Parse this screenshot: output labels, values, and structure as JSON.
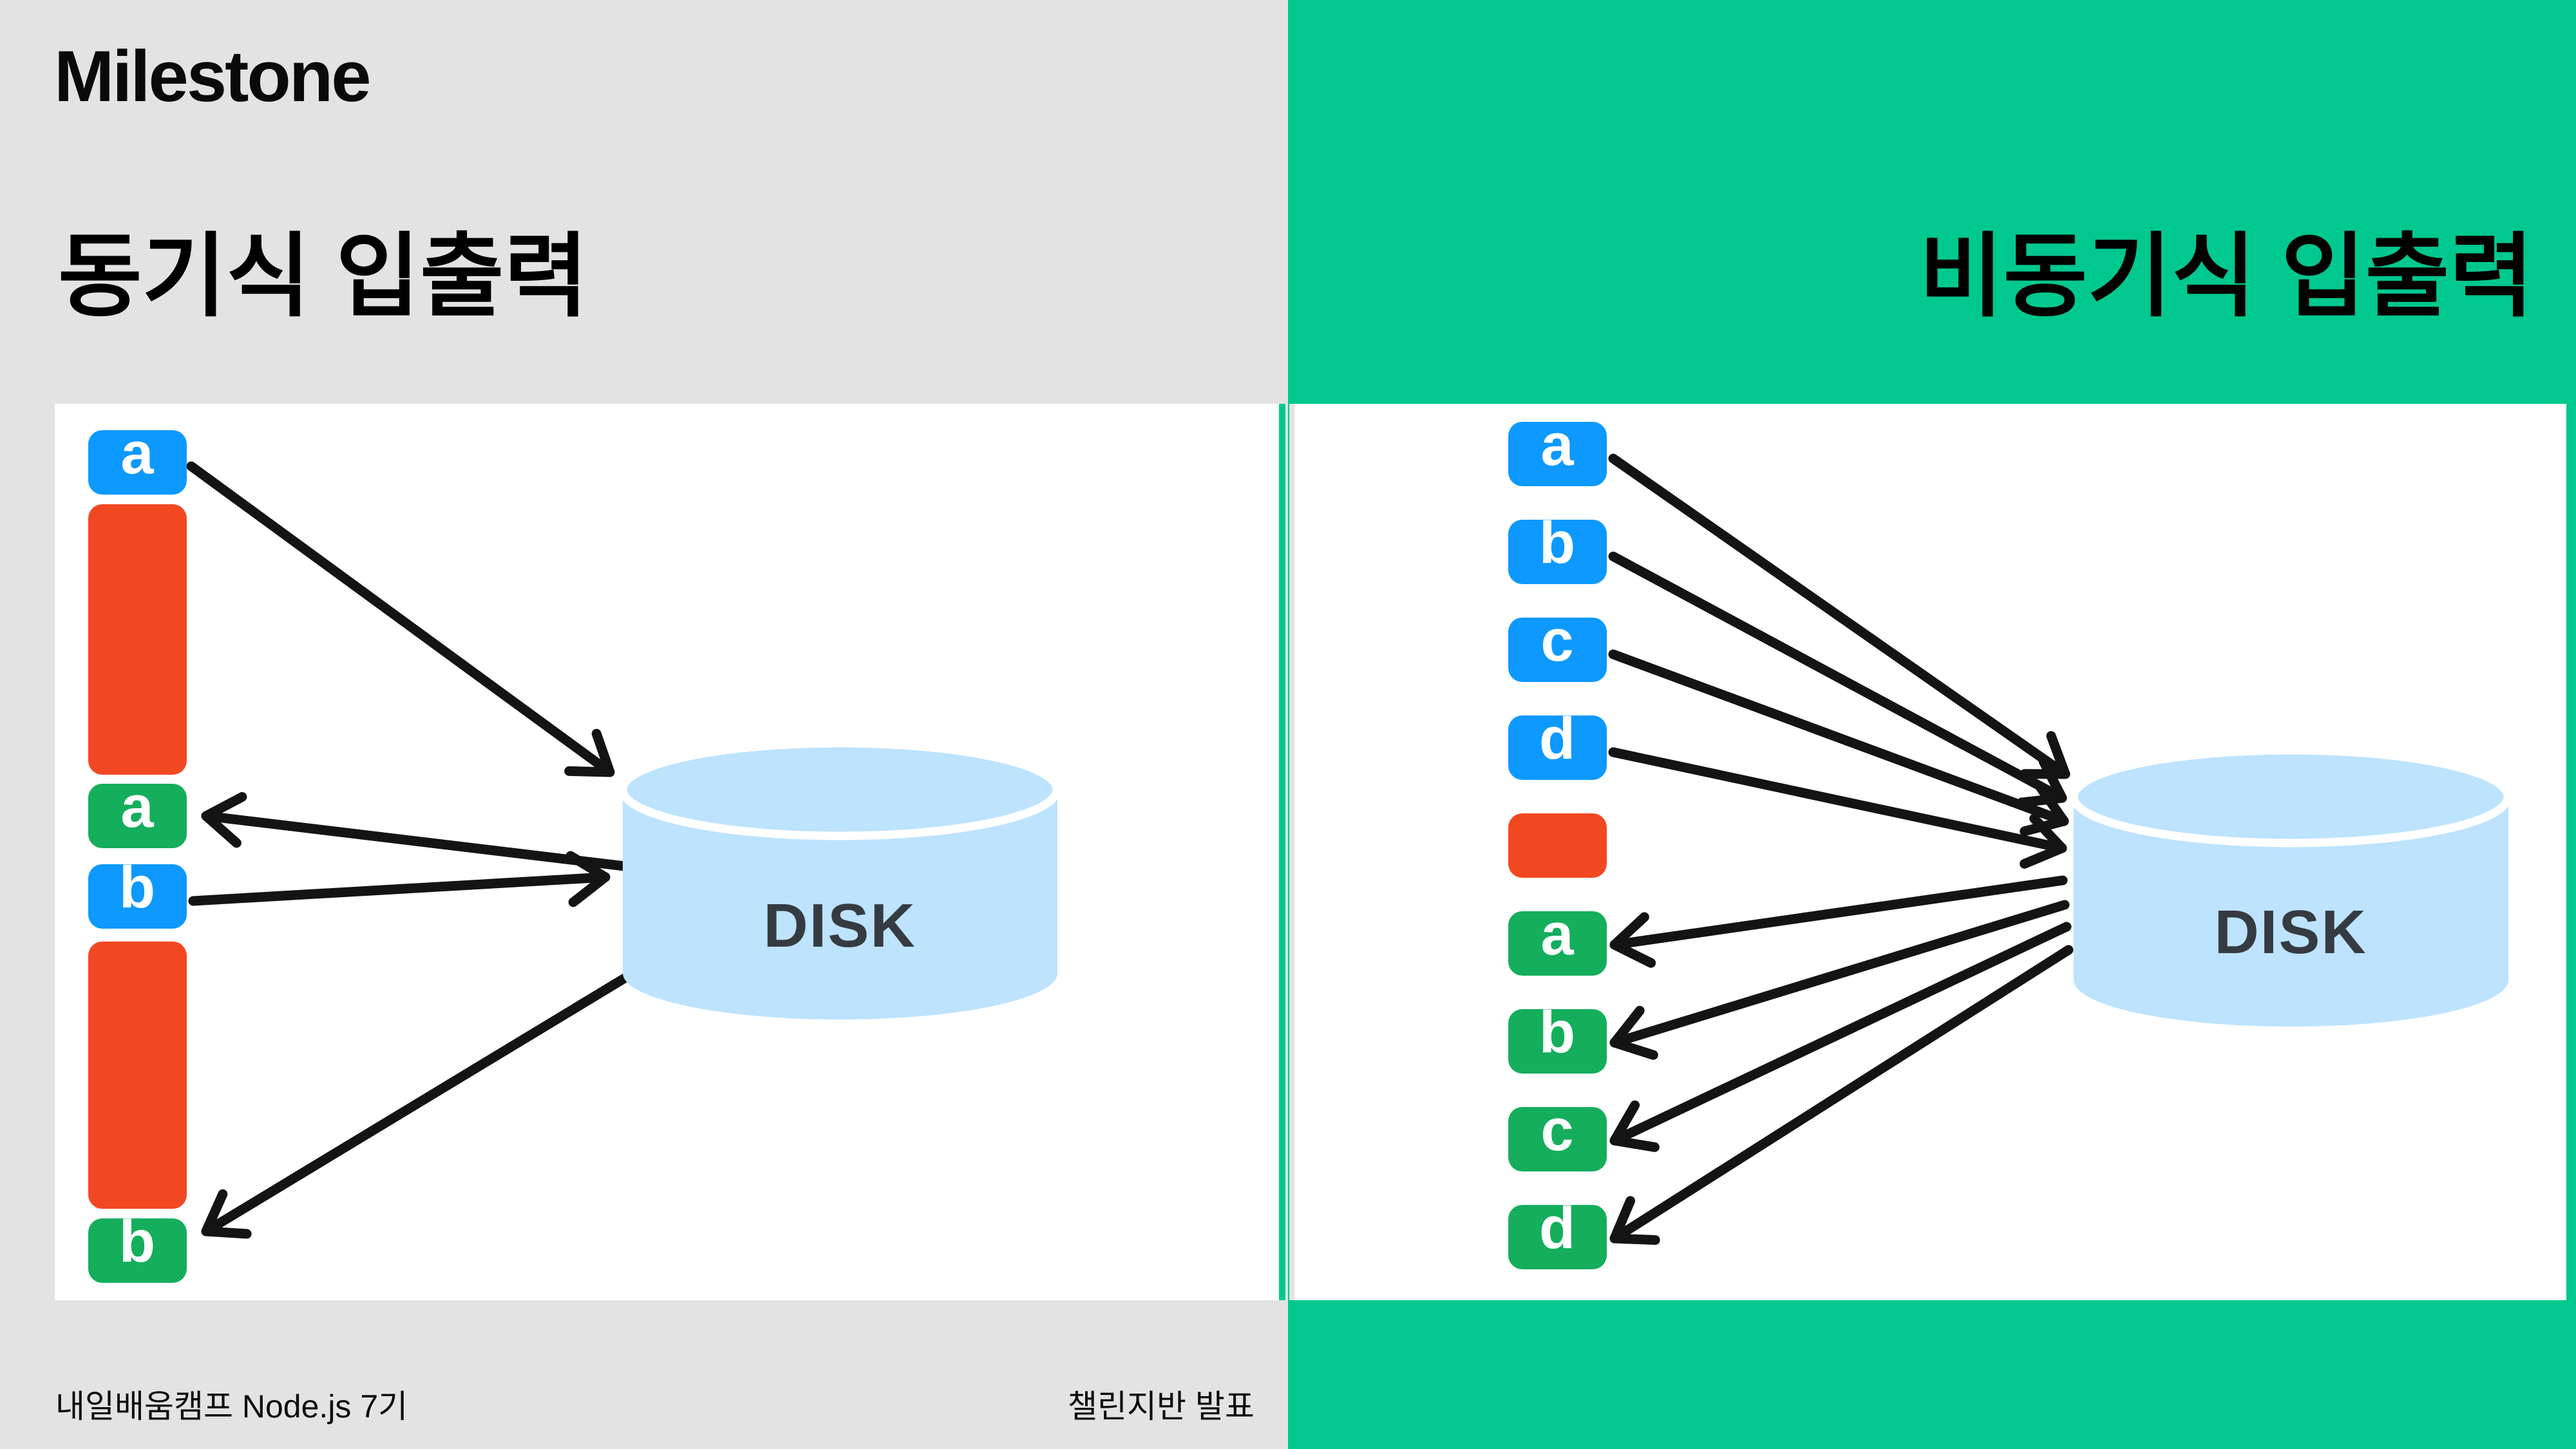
{
  "brand": {
    "logo": "Milestone"
  },
  "footer": {
    "left": "내일배움캠프 Node.js 7기",
    "center": "챌린지반 발표"
  },
  "left_section": {
    "title": "동기식 입출력",
    "disk_label": "DISK",
    "timeline": [
      {
        "label": "a",
        "kind": "io-request-blue"
      },
      {
        "label": "",
        "kind": "blocked-red"
      },
      {
        "label": "a",
        "kind": "io-complete-green"
      },
      {
        "label": "b",
        "kind": "io-request-blue"
      },
      {
        "label": "",
        "kind": "blocked-red"
      },
      {
        "label": "b",
        "kind": "io-complete-green"
      }
    ]
  },
  "right_section": {
    "title": "비동기식 입출력",
    "disk_label": "DISK",
    "timeline": [
      {
        "label": "a",
        "kind": "io-request-blue"
      },
      {
        "label": "b",
        "kind": "io-request-blue"
      },
      {
        "label": "c",
        "kind": "io-request-blue"
      },
      {
        "label": "d",
        "kind": "io-request-blue"
      },
      {
        "label": "",
        "kind": "blocked-red"
      },
      {
        "label": "a",
        "kind": "io-complete-green"
      },
      {
        "label": "b",
        "kind": "io-complete-green"
      },
      {
        "label": "c",
        "kind": "io-complete-green"
      },
      {
        "label": "d",
        "kind": "io-complete-green"
      }
    ]
  },
  "colors": {
    "background_left": "#e3e3e3",
    "background_right": "#00c88f",
    "request_blue": "#0d99ff",
    "blocking_red": "#f24822",
    "complete_green": "#14ae5c",
    "disk_fill": "#bde3ff",
    "disk_separator": "#ffffff",
    "arrow_black": "#141414",
    "panel_white": "#ffffff"
  }
}
